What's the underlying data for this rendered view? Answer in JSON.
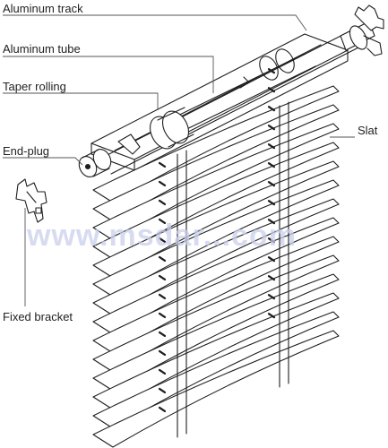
{
  "labels": {
    "aluminum_track": "Aluminum track",
    "aluminum_tube": "Aluminum tube",
    "taper_rolling": "Taper rolling",
    "end_plug": "End-plug",
    "slat": "Slat",
    "fixed_bracket": "Fixed bracket"
  },
  "watermark": "www.msdar...com",
  "colors": {
    "line": "#1e1e1e",
    "leader": "#555555",
    "watermark": "#c9cfec",
    "background": "#ffffff"
  }
}
